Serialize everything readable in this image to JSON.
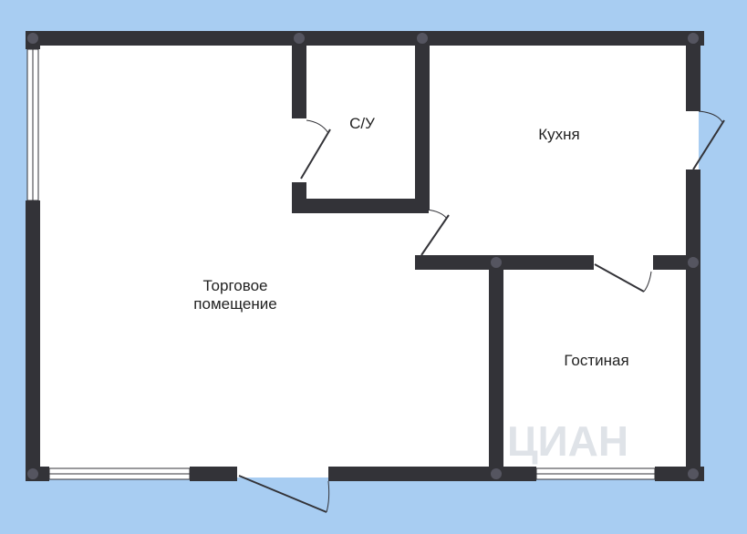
{
  "colors": {
    "background": "#a8cdf2",
    "wall": "#333338",
    "floor": "#ffffff",
    "door_line": "#333338"
  },
  "rooms": {
    "bathroom": "С/У",
    "kitchen": "Кухня",
    "shop_line1": "Торговое",
    "shop_line2": "помещение",
    "living": "Гостиная"
  },
  "watermark": "ЦИАН"
}
